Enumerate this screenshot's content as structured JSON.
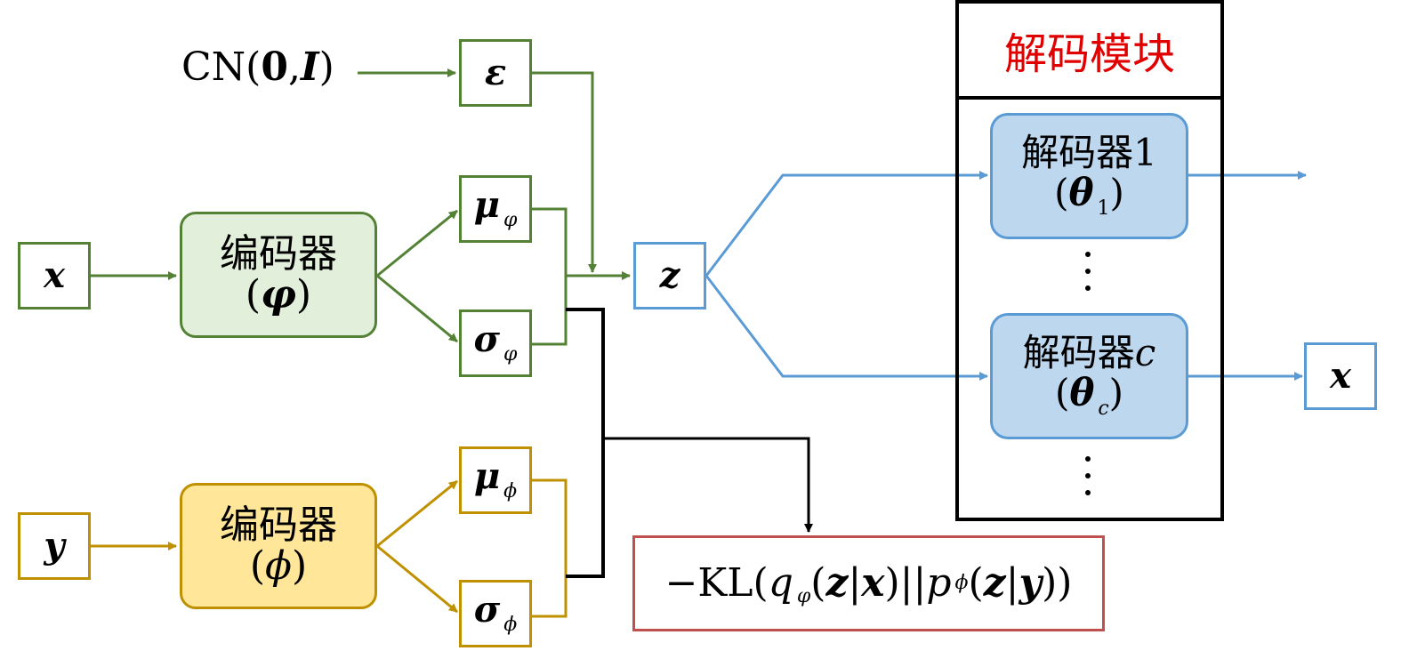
{
  "colors": {
    "encoder_x_path": "#548235",
    "encoder_y_path": "#BF9000",
    "decoder_path": "#5B9BD5",
    "kl_path": "#000000",
    "kl_box_border": "#C0504D",
    "module_title": "#E00000"
  },
  "noise_source": {
    "label": "CN(0,I)",
    "prefix": "CN(",
    "zero": "0",
    "comma": ",",
    "ident": "I",
    "suffix": ")"
  },
  "epsilon": {
    "label": "ε"
  },
  "inputs": {
    "x": {
      "label": "x"
    },
    "y": {
      "label": "y"
    }
  },
  "encoders": [
    {
      "id": "encoder-varphi",
      "line1": "编码器",
      "line2_open": "(",
      "param": "φ",
      "line2_close": ")"
    },
    {
      "id": "encoder-phi",
      "line1": "编码器",
      "line2_open": "(",
      "param": "ϕ",
      "line2_close": ")"
    }
  ],
  "latent_params": {
    "mu_varphi": {
      "symbol": "μ",
      "sub": "φ"
    },
    "sigma_varphi": {
      "symbol": "σ",
      "sub": "φ"
    },
    "mu_phi": {
      "symbol": "μ",
      "sub": "ϕ"
    },
    "sigma_phi": {
      "symbol": "σ",
      "sub": "ϕ"
    }
  },
  "latent": {
    "label": "z"
  },
  "decoder_module": {
    "title": "解码模块",
    "decoders": [
      {
        "line1": "解码器",
        "index": "1",
        "param": "θ",
        "sub": "1"
      },
      {
        "line1": "解码器",
        "index": "c",
        "param": "θ",
        "sub": "c"
      }
    ]
  },
  "output": {
    "label": "x"
  },
  "kl_term": {
    "prefix": "−KL(",
    "q": "q",
    "q_sub": "φ",
    "q_args_open": "(",
    "z1": "z",
    "bar1": "|",
    "x": "x",
    "q_args_close": ")",
    "sep": "||",
    "p": "p",
    "p_sub": "ϕ",
    "p_args_open": "(",
    "z2": "z",
    "bar2": "|",
    "y": "y",
    "p_args_close": ")",
    "suffix": ")"
  }
}
